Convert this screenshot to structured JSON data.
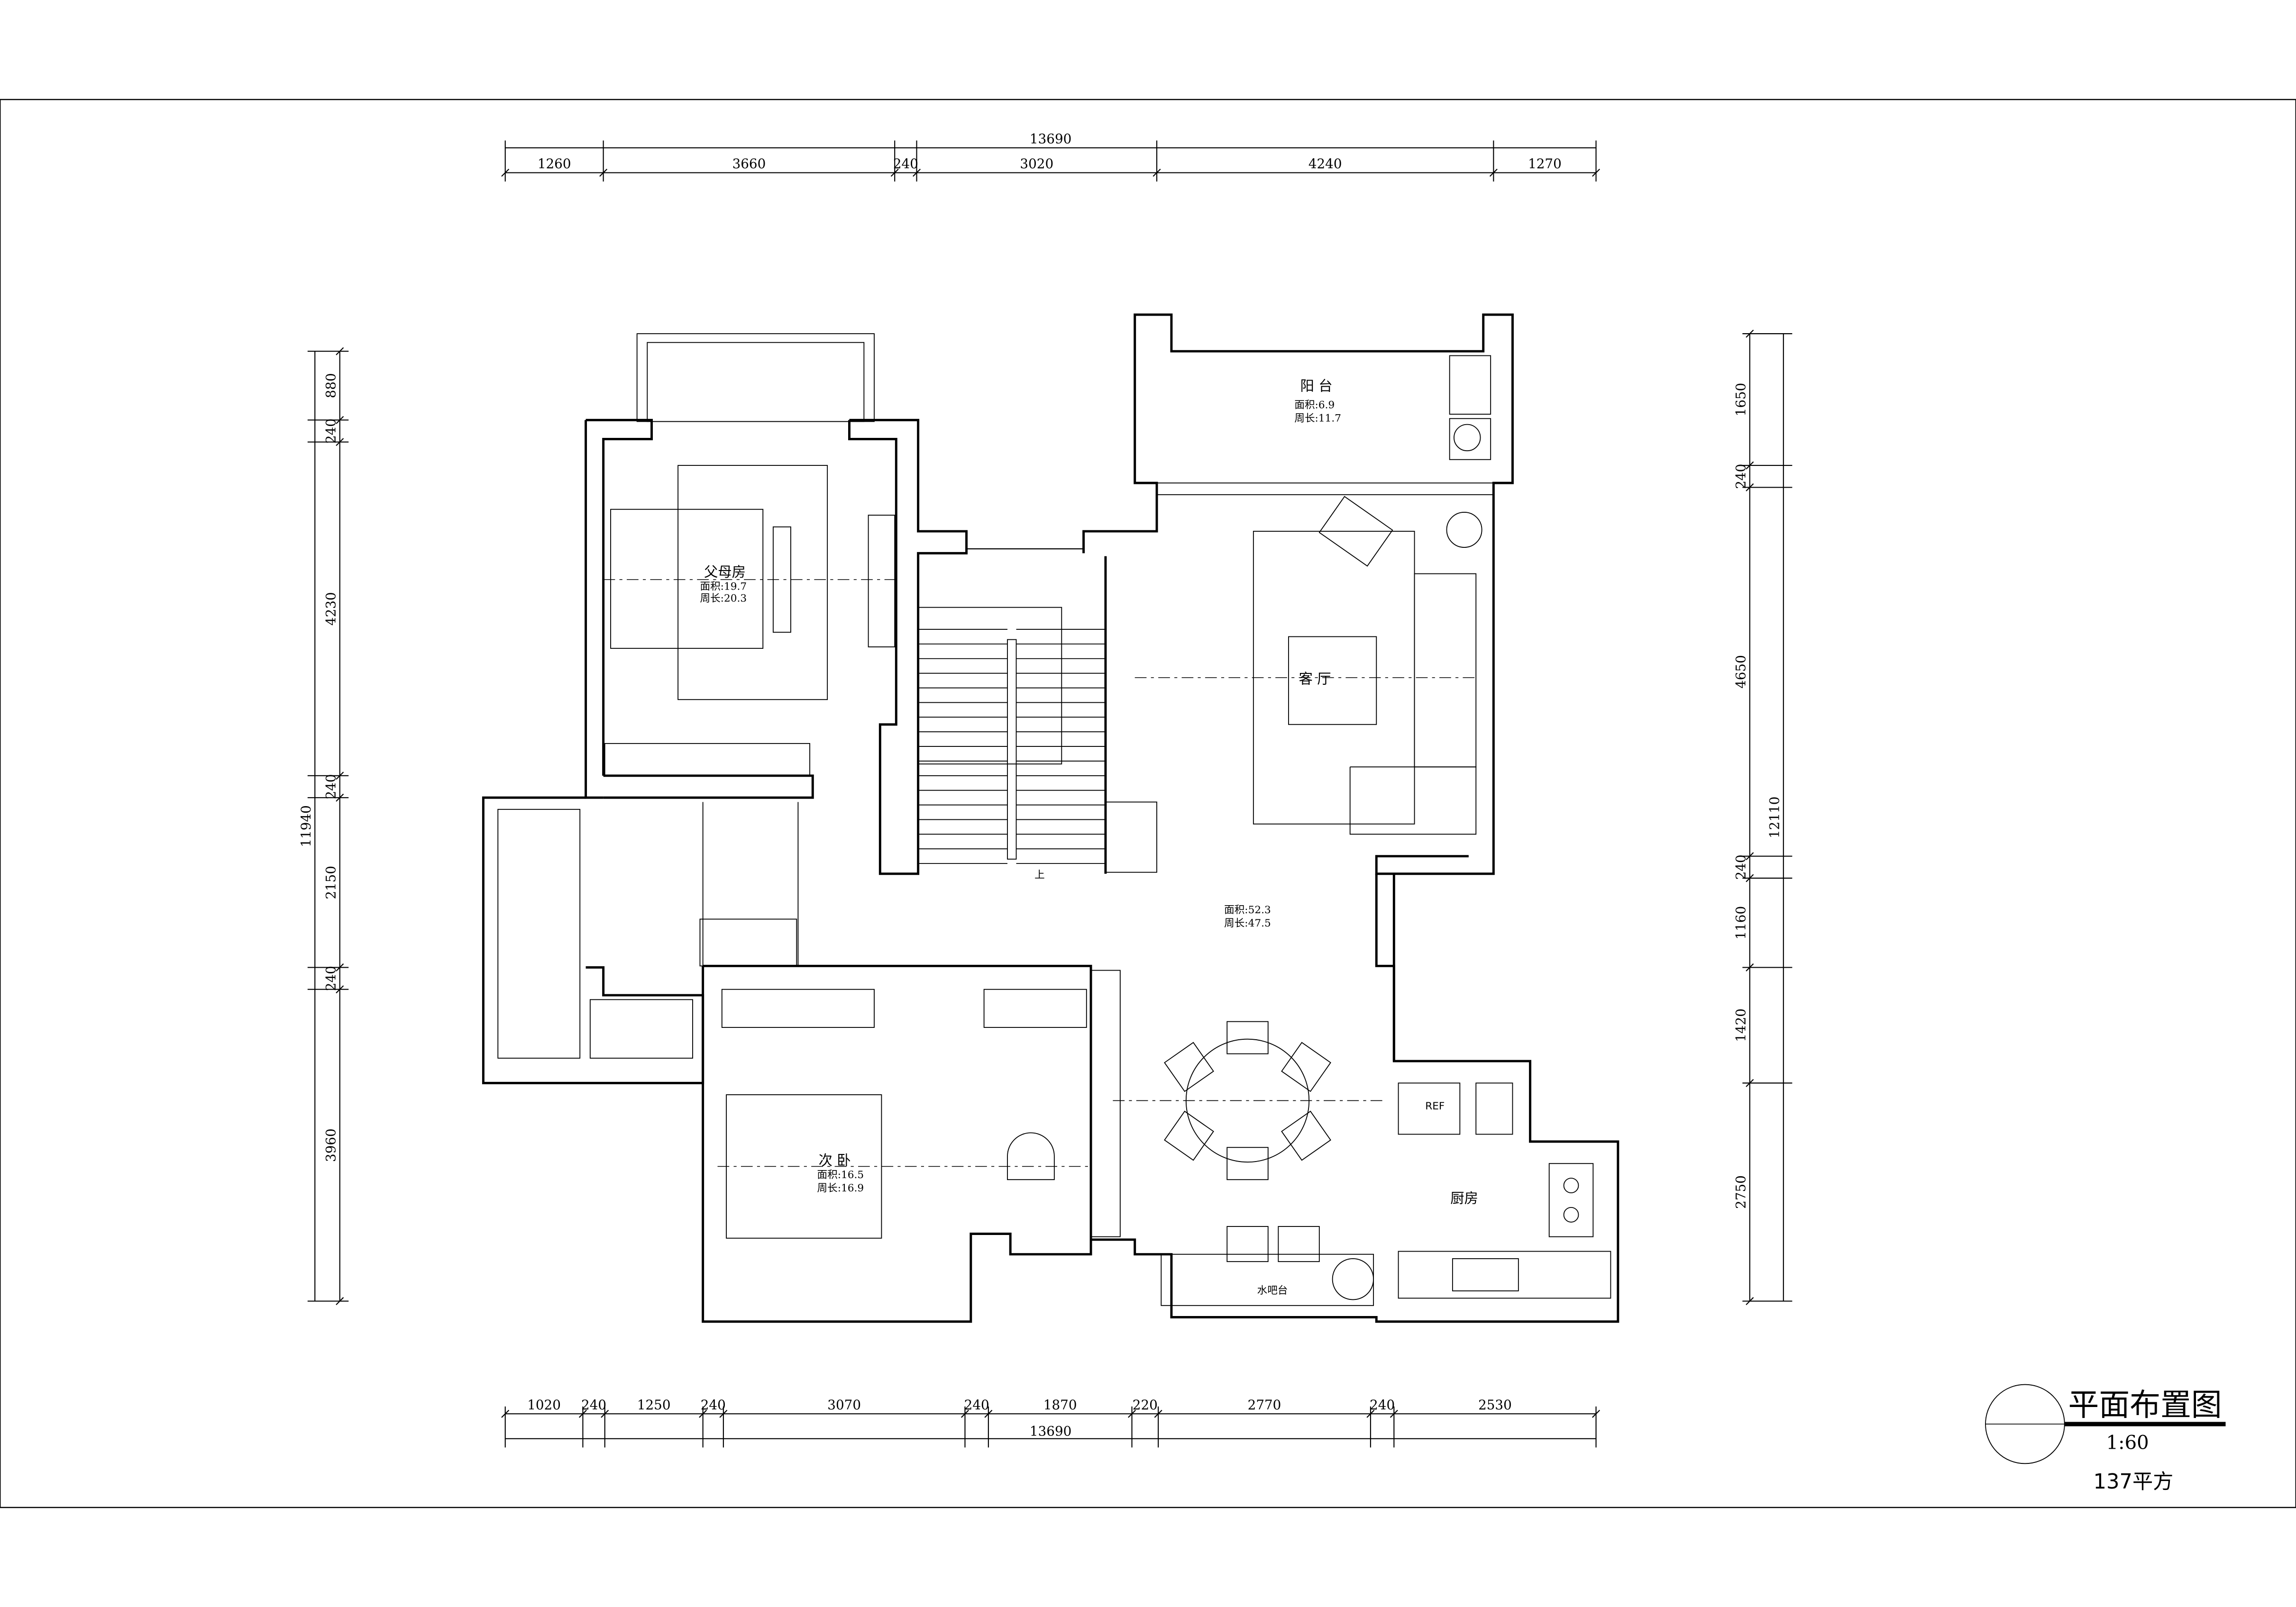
{
  "drawing": {
    "title": "平面布置图",
    "scale": "1:60",
    "total_area": "137平方"
  },
  "dimensions": {
    "top": {
      "total": "13690",
      "segments": [
        "1260",
        "3660",
        "240",
        "3020",
        "4240",
        "1270"
      ]
    },
    "bottom": {
      "total": "13690",
      "segments": [
        "1020",
        "240",
        "1250",
        "240",
        "3070",
        "240",
        "1870",
        "220",
        "2770",
        "240",
        "2530"
      ]
    },
    "left": {
      "total": "11940",
      "segments": [
        "880",
        "240",
        "4230",
        "240",
        "2150",
        "240",
        "3960"
      ]
    },
    "right": {
      "total": "12110",
      "segments": [
        "1650",
        "240",
        "4650",
        "240",
        "1160",
        "1420",
        "2750"
      ]
    }
  },
  "rooms": {
    "balcony": {
      "name": "阳 台",
      "area": "面积:6.9",
      "perimeter": "周长:11.7"
    },
    "parents_room": {
      "name": "父母房",
      "area": "面积:19.7",
      "perimeter": "周长:20.3"
    },
    "living_room": {
      "name": "客 厅",
      "area": "面积:52.3",
      "perimeter": "周长:47.5"
    },
    "second_bedroom": {
      "name": "次 卧",
      "area": "面积:16.5",
      "perimeter": "周长:16.9"
    },
    "kitchen": {
      "name": "厨房"
    },
    "water_bar": {
      "name": "水吧台"
    }
  },
  "labels": {
    "stairs_up": "上",
    "refrigerator": "REF"
  }
}
